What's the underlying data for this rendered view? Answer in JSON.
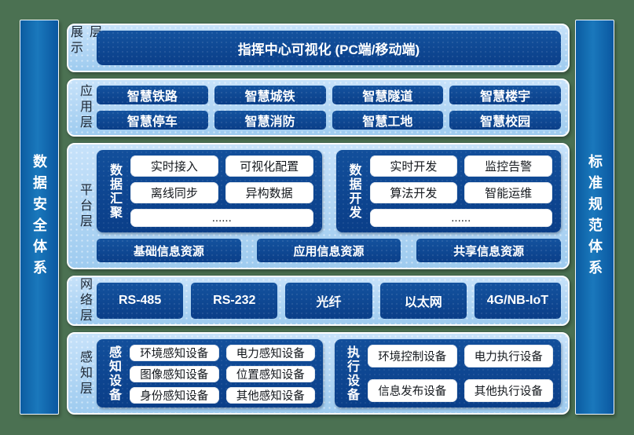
{
  "sidebars": {
    "left": "数据安全体系",
    "right": "标准规范体系"
  },
  "layers": {
    "display": {
      "label": "展示层",
      "banner": "指挥中心可视化 (PC端/移动端)"
    },
    "application": {
      "label": "应用层",
      "buttons": [
        "智慧铁路",
        "智慧城铁",
        "智慧隧道",
        "智慧楼宇",
        "智慧停车",
        "智慧消防",
        "智慧工地",
        "智慧校园"
      ]
    },
    "platform": {
      "label": "平台层",
      "groups": [
        {
          "title": "数据汇聚",
          "items": [
            "实时接入",
            "可视化配置",
            "离线同步",
            "异构数据",
            "......"
          ]
        },
        {
          "title": "数据开发",
          "items": [
            "实时开发",
            "监控告警",
            "算法开发",
            "智能运维",
            "......"
          ]
        }
      ],
      "resources": [
        "基础信息资源",
        "应用信息资源",
        "共享信息资源"
      ]
    },
    "network": {
      "label": "网络层",
      "buttons": [
        "RS-485",
        "RS-232",
        "光纤",
        "以太网",
        "4G/NB-IoT"
      ]
    },
    "perception": {
      "label": "感知层",
      "groups": [
        {
          "title": "感知设备",
          "items": [
            "环境感知设备",
            "电力感知设备",
            "图像感知设备",
            "位置感知设备",
            "身份感知设备",
            "其他感知设备"
          ]
        },
        {
          "title": "执行设备",
          "items": [
            "环境控制设备",
            "电力执行设备",
            "信息发布设备",
            "其他执行设备"
          ]
        }
      ]
    }
  },
  "colors": {
    "background_green": "#4b7152",
    "panel_light_blue": "#aed5f3",
    "deep_blue": "#0c4795",
    "sidebar_blue": "#1268aa",
    "text_on_blue": "#ffffff"
  }
}
